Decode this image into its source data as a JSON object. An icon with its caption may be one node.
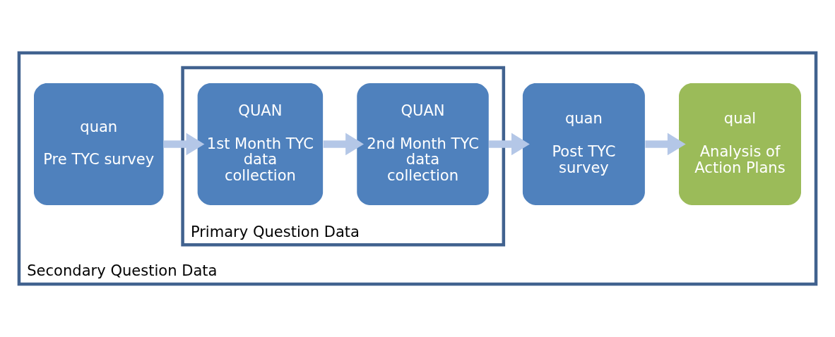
{
  "diagram": {
    "nodes": [
      {
        "text": [
          "Secondary Question Data"
        ]
      },
      {
        "text": [
          "quan",
          "Pre TYC survey"
        ],
        "in": 0
      },
      {
        "text": [
          "Primary Question Data"
        ],
        "in": 0
      },
      {
        "text": [
          "QUAN",
          "1st Month TYC data collection"
        ],
        "in": 2
      },
      {
        "text": [
          "QUAN",
          "2nd Month TYC data collection"
        ],
        "in": 2
      },
      {
        "text": [
          "quan",
          "Post TYC survey"
        ],
        "in": 0
      },
      {
        "text": [
          "qual",
          "Analysis of Action Plans"
        ],
        "in": 0
      }
    ],
    "edges": [
      {
        "from": 1,
        "to": 3,
        "arrow": "to"
      },
      {
        "from": 3,
        "to": 4,
        "arrow": "to"
      },
      {
        "from": 4,
        "to": 5,
        "arrow": "to"
      },
      {
        "from": 5,
        "to": 6,
        "arrow": "to"
      }
    ]
  }
}
